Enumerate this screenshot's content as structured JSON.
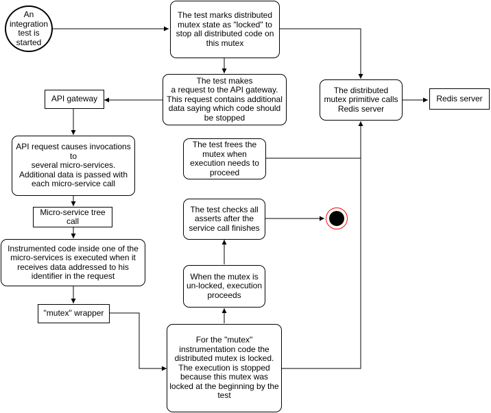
{
  "nodes": {
    "start": "An integration test is started",
    "marks": "The test marks distributed mutex state as \"locked\" to stop all distributed code on this mutex",
    "request": "The test makes\na request to the API gateway. This request contains additional data saying which code should be stopped",
    "primitive": "The distributed\nmutex primitive calls\nRedis server",
    "redis": "Redis server",
    "gateway": "API gateway",
    "invocations": "API request causes invocations to\nseveral micro-services.\nAdditional data is passed with each micro-service call",
    "tree": "Micro-service tree call",
    "instrumented": "Instrumented code inside one of the micro-services is executed when it receives data addressed to his identifier in the request",
    "wrapper": "\"mutex\" wrapper",
    "frees": "The test frees the mutex when execution needs to proceed",
    "checks": "The test checks all asserts after the service call finishes",
    "unlocked": "When the mutex is un-locked, execution proceeds",
    "locked": "For the \"mutex\" instrumentation code the distributed mutex is locked. The execution is stopped because this mutex was locked at the beginning by the test"
  },
  "colors": {
    "line": "#000000",
    "end_ring": "#ff0000"
  }
}
